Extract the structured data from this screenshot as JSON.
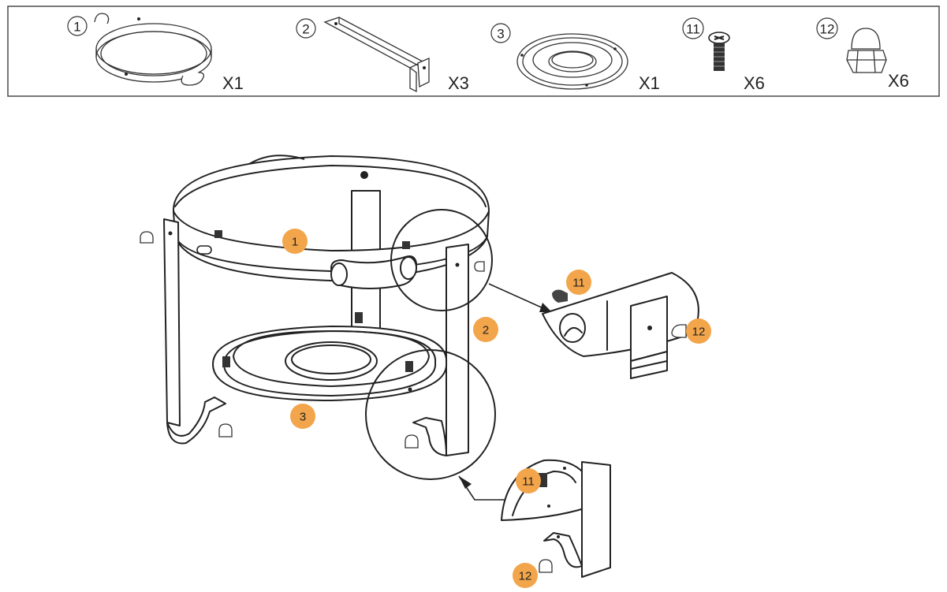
{
  "parts": [
    {
      "number": "1",
      "quantity": "X1",
      "icon": "ring-icon"
    },
    {
      "number": "2",
      "quantity": "X3",
      "icon": "leg-bracket-icon"
    },
    {
      "number": "3",
      "quantity": "X1",
      "icon": "water-pan-icon"
    },
    {
      "number": "11",
      "quantity": "X6",
      "icon": "screw-icon"
    },
    {
      "number": "12",
      "quantity": "X6",
      "icon": "cap-nut-icon"
    }
  ],
  "callouts": {
    "ring": "1",
    "leg": "2",
    "pan": "3",
    "detail_top_screw": "11",
    "detail_top_nut": "12",
    "detail_bottom_screw": "11",
    "detail_bottom_nut": "12"
  },
  "colors": {
    "badge": "#f2a54a",
    "line": "#222222",
    "border": "#555555"
  }
}
